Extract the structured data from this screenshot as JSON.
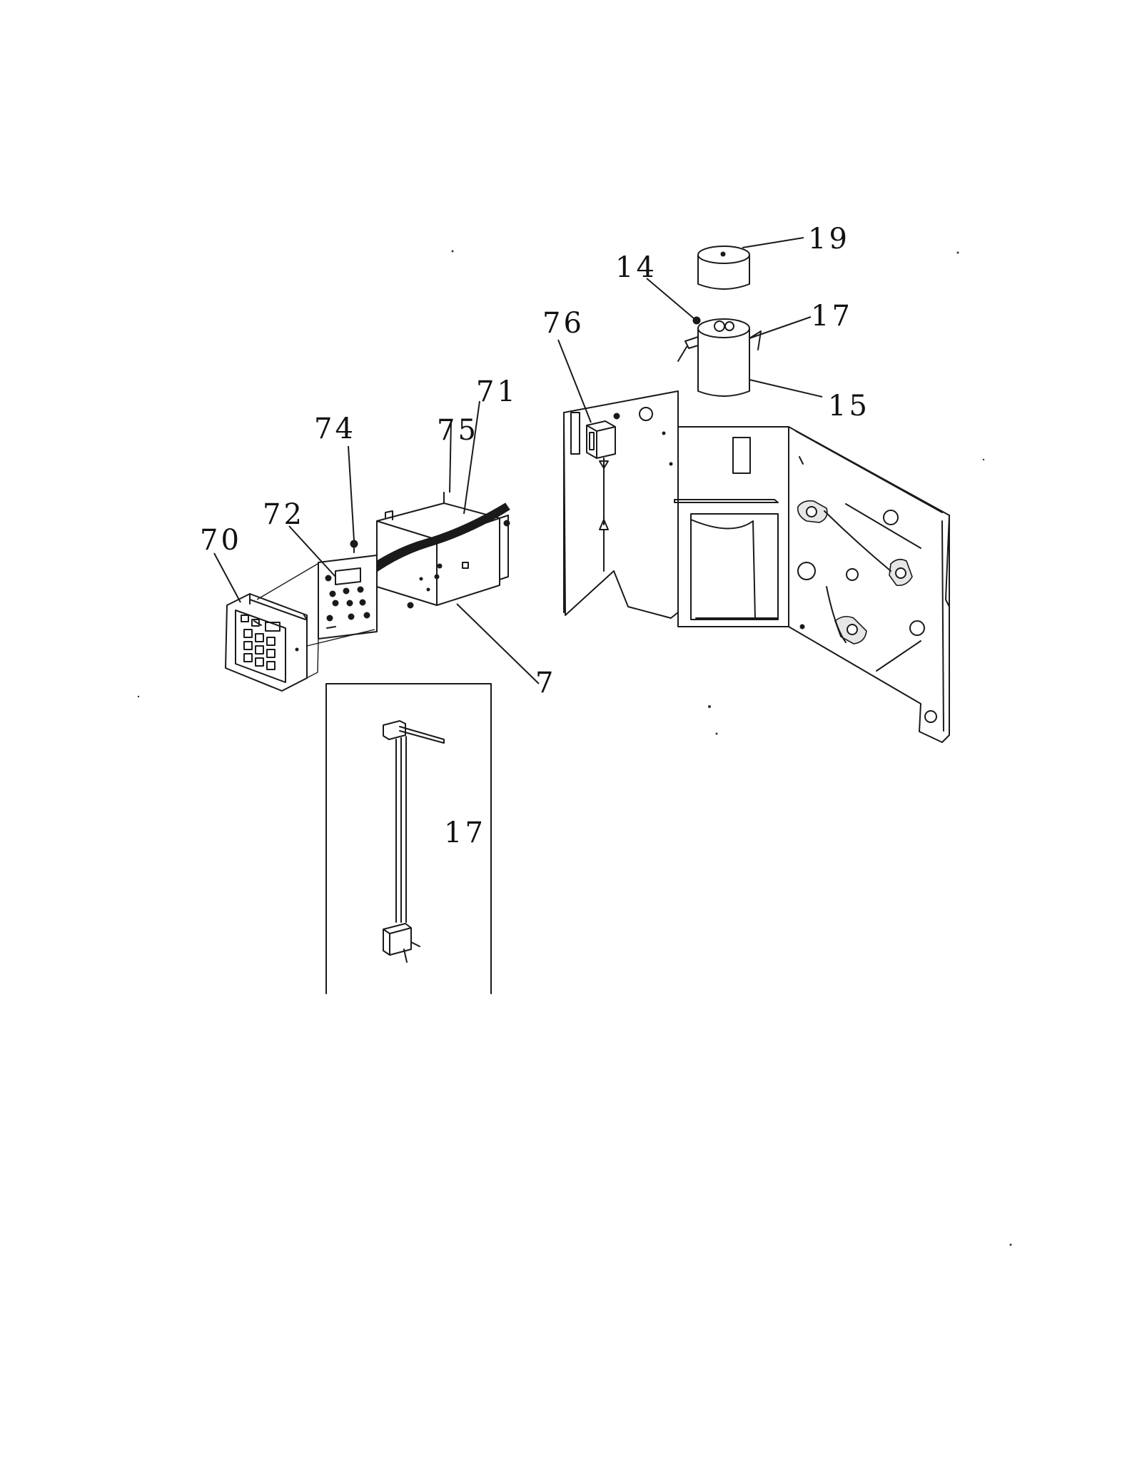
{
  "callouts": {
    "c19": "19",
    "c14": "14",
    "c17_top": "17",
    "c76": "76",
    "c15": "15",
    "c71": "71",
    "c75": "75",
    "c74": "74",
    "c72": "72",
    "c70": "70",
    "c7": "7",
    "c17_inset": "17"
  }
}
